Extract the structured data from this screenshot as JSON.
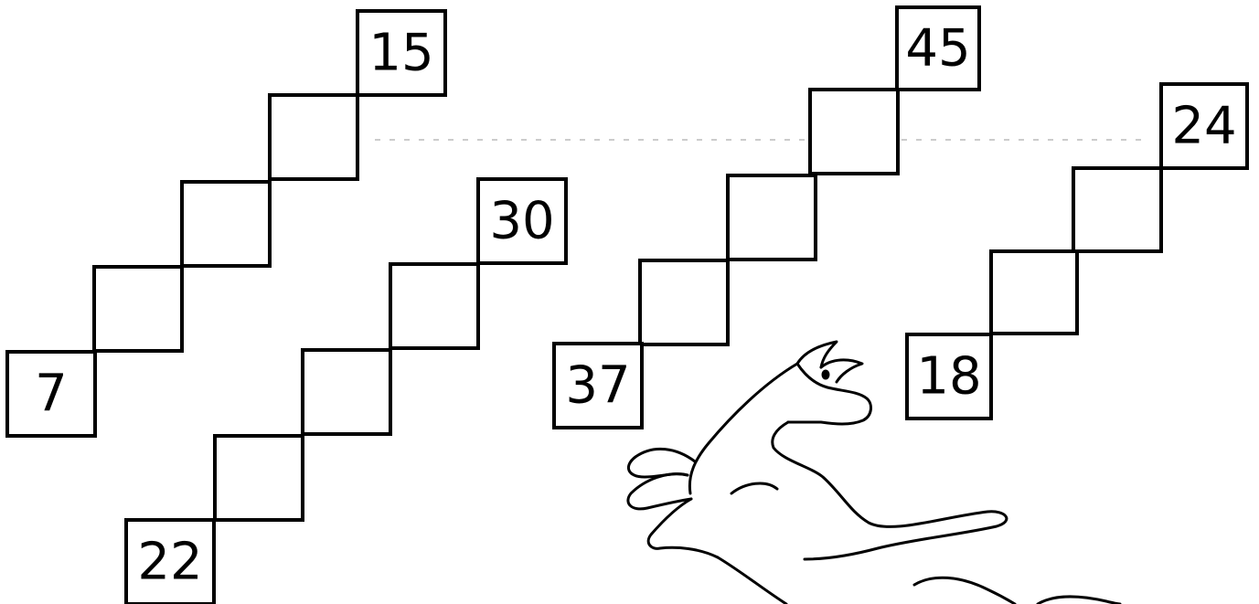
{
  "staircases": [
    {
      "id": "A",
      "start": "7",
      "end": "15",
      "blanks": 3
    },
    {
      "id": "B",
      "start": "22",
      "end": "30",
      "blanks": 3
    },
    {
      "id": "C",
      "start": "37",
      "end": "45",
      "blanks": 3
    },
    {
      "id": "D",
      "start": "18",
      "end": "24",
      "blanks": 2
    }
  ],
  "illustration": "kangaroo"
}
